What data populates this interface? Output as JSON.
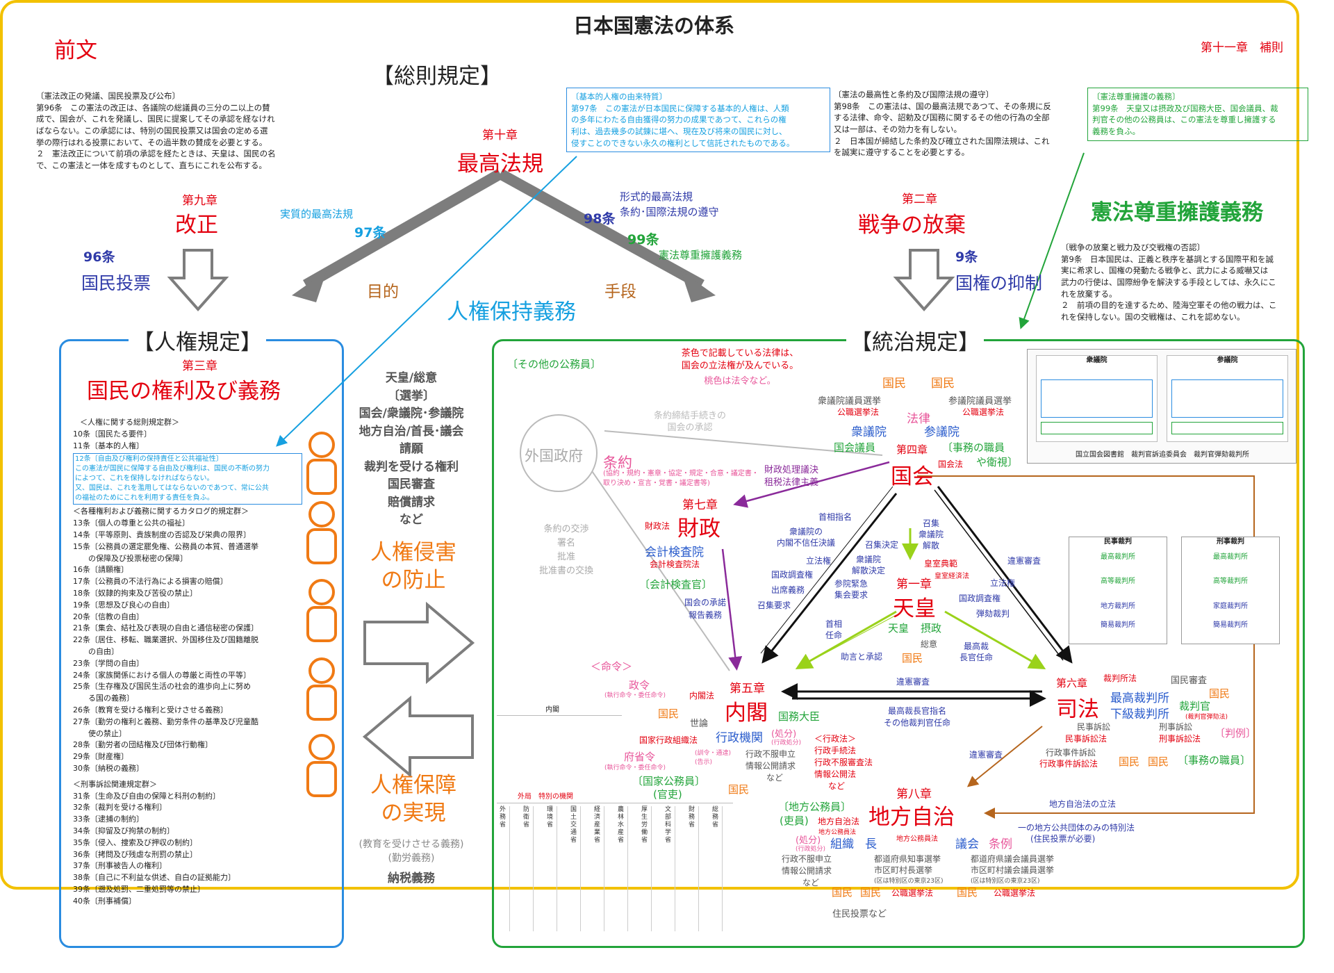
{
  "title": "日本国憲法の体系",
  "preamble": "前文",
  "chapter11": "第十一章　補則",
  "general_provisions": "【総則規定】",
  "human_rights_provisions": "【人権規定】",
  "governance_provisions": "【統治規定】",
  "art96_box": {
    "title": "〔憲法改正の発議、国民投票及び公布〕",
    "lines": [
      "第96条　この憲法の改正は、各議院の総議員の三分の二以上の賛",
      "成で、国会が、これを発議し、国民に提案してその承認を経なけれ",
      "ばならない。この承認には、特別の国民投票又は国会の定める選",
      "挙の際行はれる投票において、その過半数の賛成を必要とする。",
      "２　憲法改正について前項の承認を経たときは、天皇は、国民の名",
      "で、この憲法と一体を成すものとして、直ちにこれを公布する。"
    ]
  },
  "art97_box": {
    "title": "〔基本的人権の由来特質〕",
    "lines": [
      "第97条　この憲法が日本国民に保障する基本的人権は、人類",
      "の多年にわたる自由獲得の努力の成果であつて、これらの権",
      "利は、過去幾多の試錬に堪へ、現在及び将来の国民に対し、",
      "侵すことのできない永久の権利として信託されたものである。"
    ]
  },
  "art98_box": {
    "title": "〔憲法の最高性と条約及び国際法規の遵守〕",
    "lines": [
      "第98条　この憲法は、国の最高法規であつて、その条規に反",
      "する法律、命令、詔勅及び国務に関するその他の行為の全部",
      "又は一部は、その効力を有しない。",
      "２　日本国が締結した条約及び確立された国際法規は、これ",
      "を誠実に遵守することを必要とする。"
    ]
  },
  "art99_box": {
    "title": "〔憲法尊重擁護の義務〕",
    "lines": [
      "第99条　天皇又は摂政及び国務大臣、国会議員、裁",
      "判官その他の公務員は、この憲法を尊重し擁護する",
      "義務を負ふ。"
    ]
  },
  "art9_box": {
    "title": "〔戦争の放棄と戦力及び交戦権の否認〕",
    "lines": [
      "第9条　日本国民は、正義と秩序を基調とする国際平和を誠",
      "実に希求し、国権の発動たる戦争と、武力による威嚇又は",
      "武力の行使は、国際紛争を解決する手段としては、永久にこ",
      "れを放棄する。",
      "２　前項の目的を達するため、陸海空軍その他の戦力は、こ",
      "れを保持しない。国の交戦権は、これを認めない。"
    ]
  },
  "ch10": {
    "num": "第十章",
    "name": "最高法規"
  },
  "ch9": {
    "num": "第九章",
    "name": "改正"
  },
  "ch2": {
    "num": "第二章",
    "name": "戦争の放棄"
  },
  "ch3": {
    "num": "第三章",
    "name": "国民の権利及び義務"
  },
  "art96_tag": {
    "num": "96条",
    "name": "国民投票"
  },
  "art9_tag": {
    "num": "9条",
    "name": "国権の抑制"
  },
  "supreme_labels": {
    "substantive": "実質的最高法規",
    "a97": "97条",
    "formal": "形式的最高法規",
    "treaty": "条約･国際法規の遵守",
    "a98": "98条",
    "a99": "99条",
    "respect": "憲法尊重擁護義務",
    "purpose": "目的",
    "means": "手段",
    "keep_duty": "人権保持義務",
    "respect_big": "憲法尊重擁護義務"
  },
  "rights_list": {
    "general_header": "＜人権に関する総則規定群＞",
    "general": [
      "10条〔国民たる要件〕",
      "11条〔基本的人権〕"
    ],
    "art12_title": "12条〔自由及び権利の保持責任と公共福祉性〕",
    "art12_lines": [
      "この憲法が国民に保障する自由及び権利は、国民の不断の努力",
      "によつて、これを保持しなければならない。",
      "又、国民は、これを濫用してはならないのであつて、常に公共",
      "の福祉のためにこれを利用する責任を負ふ。"
    ],
    "catalog_header": "＜各種権利および義務に関するカタログ的規定群＞",
    "catalog": [
      "13条〔個人の尊重と公共の福祉〕",
      "14条〔平等原則、貴族制度の否認及び栄典の限界〕",
      "15条〔公務員の選定罷免権、公務員の本質、普通選挙",
      "　　の保障及び投票秘密の保障〕",
      "16条〔請願権〕",
      "17条〔公務員の不法行為による損害の賠償〕",
      "18条〔奴隷的拘束及び苦役の禁止〕",
      "19条〔思想及び良心の自由〕",
      "20条〔信教の自由〕",
      "21条〔集会、結社及び表現の自由と通信秘密の保護〕",
      "22条〔居住、移転、職業選択、外国移住及び国籍離脱",
      "　　の自由〕",
      "23条〔学問の自由〕",
      "24条〔家族関係における個人の尊厳と両性の平等〕",
      "25条〔生存権及び国民生活の社会的進歩向上に努め",
      "　　る国の義務〕",
      "26条〔教育を受ける権利と受けさせる義務〕",
      "27条〔勤労の権利と義務、勤労条件の基準及び児童酷",
      "　　使の禁止〕",
      "28条〔勤労者の団結権及び団体行動権〕",
      "29条〔財産権〕",
      "30条〔納税の義務〕"
    ],
    "criminal_header": "＜刑事訴訟関連規定群＞",
    "criminal": [
      "31条〔生命及び自由の保障と科刑の制約〕",
      "32条〔裁判を受ける権利〕",
      "33条〔逮捕の制約〕",
      "34条〔抑留及び拘禁の制約〕",
      "35条〔侵入、捜索及び押収の制約〕",
      "36条〔拷問及び残虐な刑罰の禁止〕",
      "37条〔刑事被告人の権利〕",
      "38条〔自己に不利益な供述、自白の証拠能力〕",
      "39条〔遡及処罰、二重処罰等の禁止〕",
      "40条〔刑事補償〕"
    ]
  },
  "middle_rights": {
    "lines": [
      "天皇/総意",
      "〔選挙〕",
      "国会/衆議院･参議院",
      "地方自治/首長･議会",
      "請願",
      "裁判を受ける権利",
      "国民審査",
      "賠償請求",
      "など"
    ],
    "prevent": [
      "人権侵害",
      "の防止"
    ],
    "realize": [
      "人権保障",
      "の実現"
    ],
    "duties_grey": [
      "(教育を受けさせる義務)",
      "(勤労義務)"
    ],
    "tax": "納税義務"
  },
  "gov": {
    "other_officials": "〔その他の公務員〕",
    "note1": "茶色で記載している法律は、",
    "note2": "国会の立法権が及んでいる。",
    "note3": "桃色は法令など。",
    "foreign": "外国政府",
    "treaty_approval": "条約締結手続きの",
    "treaty_approval2": "国会の承認",
    "treaty": "条約",
    "treaty_sub1": "(協約・規約・憲章・協定・規定・合意・議定書・",
    "treaty_sub2": "取り決め・宣言・覚書・議定書等)",
    "treaty_steps": [
      "条約の交渉",
      "署名",
      "批准",
      "批准書の交換"
    ],
    "diet": "国会",
    "ch4": "第四章",
    "house_rep": "衆議院",
    "house_cou": "参議院",
    "rep_election": "衆議院議員選挙",
    "cou_election": "参議院議員選挙",
    "election_law": "公職選挙法",
    "law": "法律",
    "people": "国民",
    "diet_member": "国会議員",
    "diet_law": "国会法",
    "staff": "〔事務の職員",
    "guard": "や衛視〕",
    "finance_resolution": "財政処理議決",
    "tax_principle": "租税法律主義",
    "ch7": "第七章",
    "finance": "財政",
    "finance_law": "財政法",
    "audit_board": "会計検査院",
    "audit_law": "会計検査院法",
    "auditor": "〔会計検査官〕",
    "approval": "国会の承諾",
    "report": "報告義務",
    "pm_nomination": "首相指名",
    "no_confidence1": "衆議院の",
    "no_confidence2": "内閣不信任決議",
    "legislation": "立法権",
    "investigation": "国政調査権",
    "attendance": "出席義務",
    "summon_req": "召集要求",
    "summon_decision": "召集決定",
    "dissolve_dec1": "衆議院",
    "dissolve_dec2": "解散決定",
    "emergency1": "参院緊急",
    "emergency2": "集会要求",
    "convene": "召集",
    "dissolve1": "衆議院",
    "dissolve2": "解散",
    "imperial_house": "皇室典範",
    "imperial_econ": "皇室経済法",
    "legislation2": "立法権",
    "investigation2": "国政調査権",
    "impeach": "弾劾裁判",
    "unconst_review": "違憲審査",
    "ch1": "第一章",
    "emperor": "天皇",
    "emperor_small": "天皇",
    "regent": "摂政",
    "general_will": "総意",
    "people2": "国民",
    "pm_appoint1": "首相",
    "pm_appoint2": "任命",
    "advice": "助言と承認",
    "chief_justice1": "最高裁",
    "chief_justice2": "長官任命",
    "ch5": "第五章",
    "cabinet": "内閣",
    "cabinet_law": "内閣法",
    "public_opinion": "世論",
    "people3": "国民",
    "minister": "国務大臣",
    "admin_org": "行政機関",
    "admin_org_law": "国家行政組織法",
    "disposition": "(処分)",
    "disposition_sub": "(行政処分)",
    "admin_appeal": "行政不服申立",
    "info_disclosure": "情報公開請求",
    "etc": "など",
    "admin_law_header": "＜行政法＞",
    "admin_procedure": "行政手続法",
    "admin_appeal_law": "行政不服審査法",
    "info_law": "情報公開法",
    "etc2": "など",
    "order_header": "＜命令＞",
    "cabinet_order": "政令",
    "cabinet_order_sub": "(執行命令・委任命令)",
    "ministerial_order": "府省令",
    "ministerial_sub": "(執行命令・委任命令)",
    "notice": "(訓令・通達)",
    "notice2": "(告示)",
    "national_servant": "〔国家公務員〕",
    "bureaucrat": "(官吏)",
    "people4": "国民",
    "unconst_review2": "違憲審査",
    "cj_nomination": "最高裁長官指名",
    "judge_appoint": "その他裁判官任命",
    "ch6": "第六章",
    "judiciary": "司法",
    "court_law": "裁判所法",
    "people_review": "国民審査",
    "supreme_court": "最高裁判所",
    "lower_court": "下級裁判所",
    "people5": "国民",
    "judge": "裁判官",
    "judge_impeach": "(裁判官弾劾法)",
    "civil_proc": "民事訴訟",
    "civil_law": "民事訴訟法",
    "criminal_proc": "刑事訴訟",
    "criminal_law": "刑事訴訟法",
    "precedent": "〔判例〕",
    "admin_case": "行政事件訴訟",
    "admin_case_law": "行政事件訴訟法",
    "people6": "国民",
    "people7": "国民",
    "court_staff": "〔事務の職員〕",
    "unconst_review3": "違憲審査",
    "local_legislation": "地方自治法の立法",
    "special_law": "一の地方公共団体のみの特別法",
    "referendum": "(住民投票が必要)",
    "ch8": "第八章",
    "local_gov": "地方自治",
    "local_servant": "〔地方公務員〕",
    "official": "(吏員)",
    "local_law": "地方自治法",
    "local_public_law": "地方公務員法",
    "disposition2": "(処分)",
    "disposition2_sub": "(行政処分)",
    "organization": "組織",
    "head": "長",
    "assembly": "議会",
    "ordinance": "条例",
    "admin_appeal2": "行政不服申立",
    "info_disclosure2": "情報公開請求",
    "etc3": "など",
    "gov_election1": "都道府県知事選挙",
    "gov_election2": "市区町村長選挙",
    "gov_election3": "(区は特別区の東京23区)",
    "asm_election1": "都道府県議会議員選挙",
    "asm_election2": "市区町村議会議員選挙",
    "asm_election3": "(区は特別区の東京23区)",
    "people8": "国民",
    "people9": "国民",
    "election_law2": "公職選挙法",
    "people10": "国民",
    "election_law3": "公職選挙法",
    "residents_vote": "住民投票など",
    "house_rep_table": "衆議院",
    "house_cou_table": "参議院",
    "table_caption": "国立国会図書館　裁判官訴追委員会　裁判官弾劾裁判所",
    "civil_court": "民事裁判",
    "criminal_court": "刑事裁判",
    "supreme_c": "最高裁判所",
    "high_c": "高等裁判所",
    "district_c": "地方裁判所",
    "family_c": "家庭裁判所",
    "summary_c": "簡易裁判所",
    "cabinet_table": "内閣",
    "ministries": [
      "外務省",
      "防衛省",
      "環境省",
      "国土交通省",
      "経済産業省",
      "農林水産省",
      "厚生労働省",
      "文部科学省",
      "財務省",
      "総務省"
    ],
    "special_orgs": "外局　特別の機関"
  },
  "colors": {
    "yellow": "#f2c100",
    "blue": "#2a8ce0",
    "green": "#22a43a",
    "red": "#e3000f",
    "orange": "#f07a14",
    "grey_arrow": "#7d7d7d"
  }
}
